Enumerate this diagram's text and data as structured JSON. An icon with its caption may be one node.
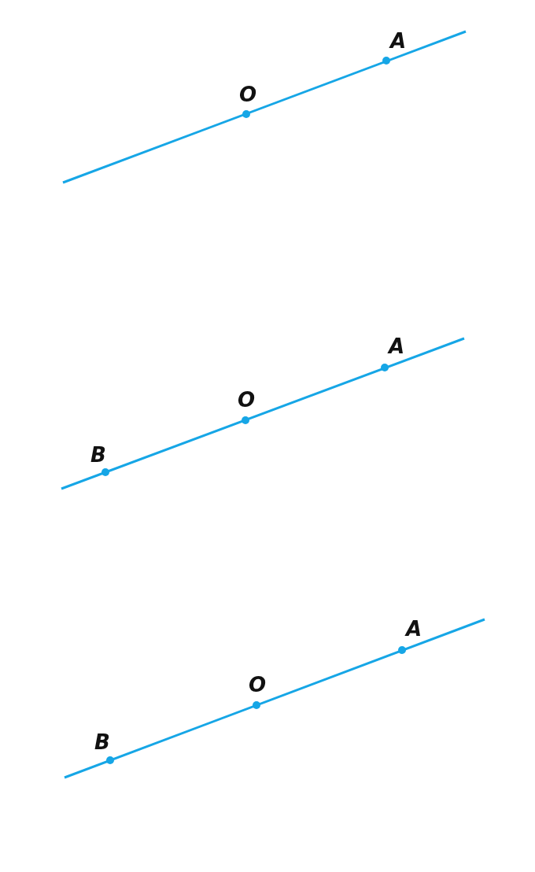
{
  "diagram": {
    "labels": [
      "A",
      "O",
      "A",
      "O",
      "B",
      "A",
      "O",
      "B"
    ]
  }
}
